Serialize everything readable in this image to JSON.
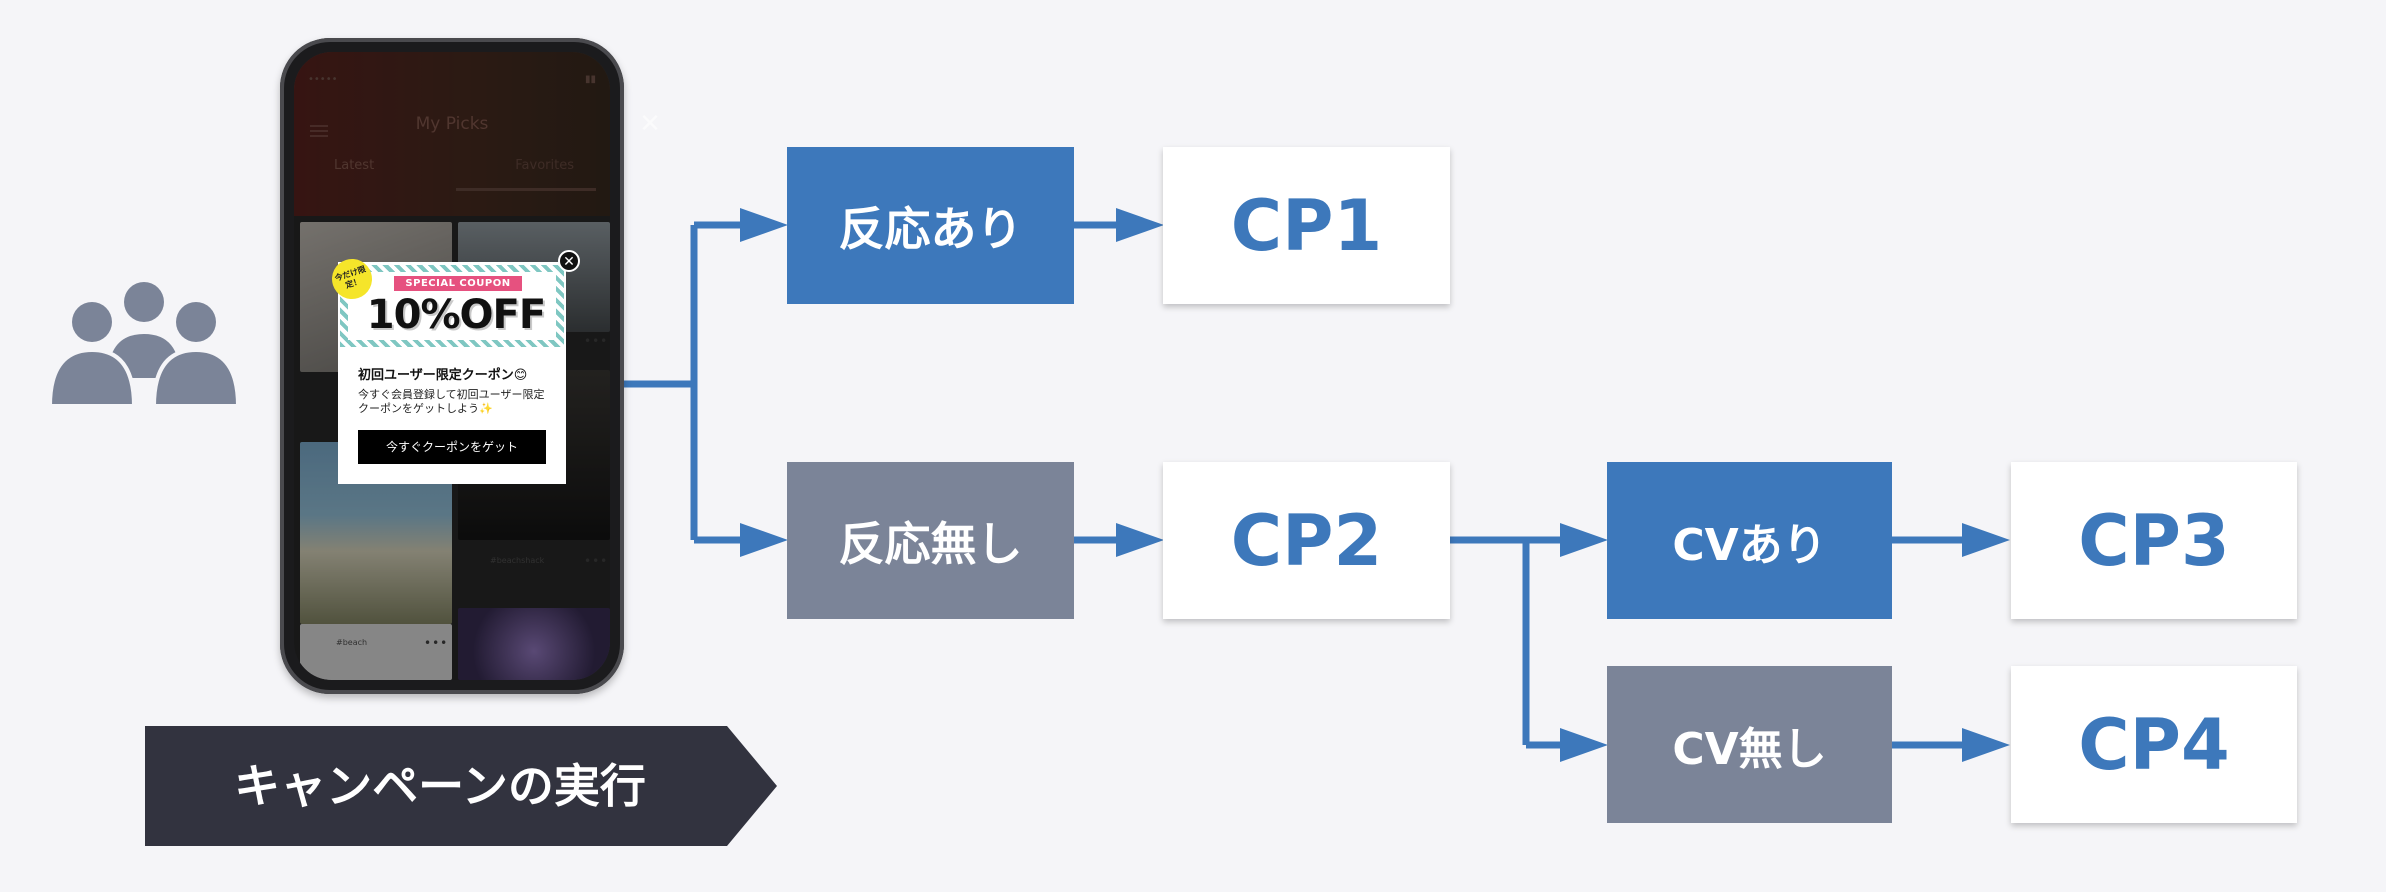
{
  "people_icon": "users-group-icon",
  "phone": {
    "app_title": "My Picks",
    "tabs": [
      "Latest",
      "Favorites"
    ],
    "captions": [
      "#beach",
      "#beachshack"
    ],
    "coupon": {
      "ribbon": "SPECIAL COUPON",
      "discount": "10%OFF",
      "badge": "今だけ限定！",
      "heading": "初回ユーザー限定クーポン😊",
      "body": "今すぐ会員登録して初回ユーザー限定クーポンをゲットしよう✨",
      "cta": "今すぐクーポンをゲット"
    }
  },
  "campaign_label": "キャンペーンの実行",
  "flow": {
    "reaction_yes": "反応あり",
    "reaction_no": "反応無し",
    "cp1": "CP1",
    "cp2": "CP2",
    "cv_yes": "CVあり",
    "cv_no": "CV無し",
    "cp3": "CP3",
    "cp4": "CP4"
  },
  "colors": {
    "blue": "#3d78bb",
    "gray": "#7b8498",
    "dark": "#32333f",
    "background": "#f5f5f8"
  }
}
